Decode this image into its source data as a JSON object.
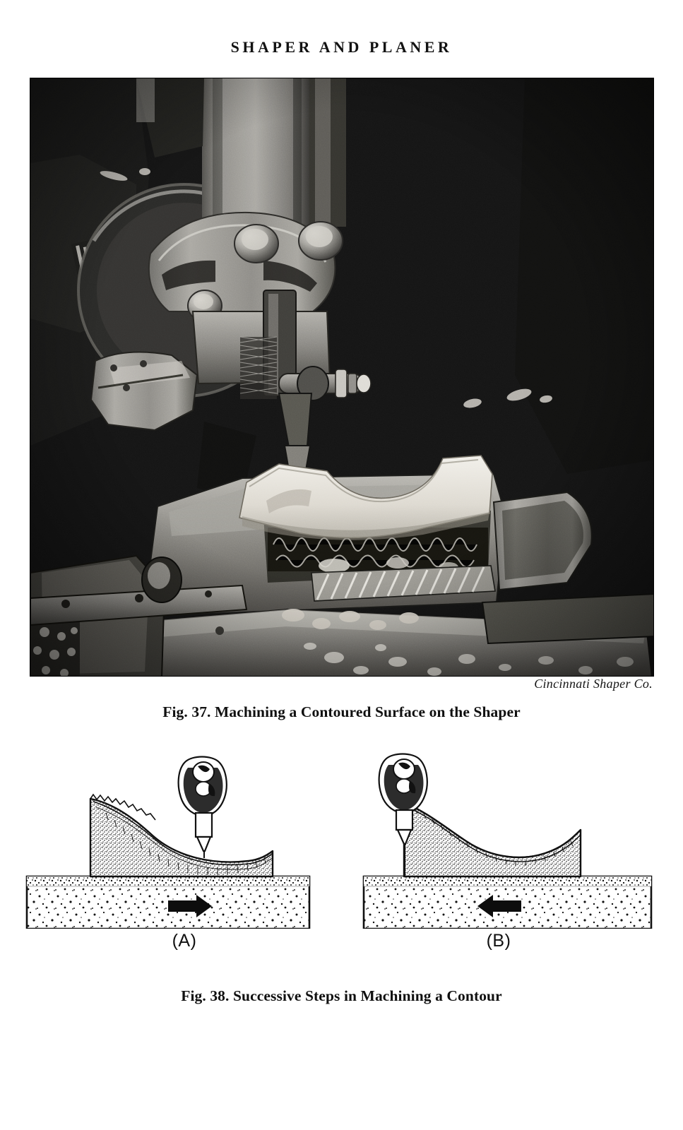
{
  "page": {
    "running_head": "SHAPER AND PLANER"
  },
  "figure_37": {
    "type": "photograph",
    "credit": "Cincinnati Shaper Co.",
    "caption": "Fig. 37. Machining a Contoured Surface on the Shaper",
    "subject": "shaper machine cutting a contoured surface on a workpiece held in a vise",
    "palette": {
      "background": "#0b0b0b",
      "midtone": "#8d8d8d",
      "highlight": "#e6e4df",
      "shadow": "#1a1a1a"
    }
  },
  "figure_38": {
    "type": "line-diagram",
    "caption": "Fig. 38. Successive Steps in Machining a Contour",
    "panels": [
      {
        "label": "(A)",
        "stage": "roughing cut in progress",
        "tool_position": "middle of workpiece",
        "feed_arrow": "right",
        "surface": "rough stepped contour partially cut"
      },
      {
        "label": "(B)",
        "stage": "finishing cut",
        "tool_position": "left edge of workpiece",
        "feed_arrow": "left",
        "surface": "smooth finished concave contour"
      }
    ],
    "colors": {
      "outline": "#111111",
      "workpiece_fill": "#d8d6d0",
      "table_fill": "#ffffff",
      "arrow": "#0d0d0d"
    }
  }
}
